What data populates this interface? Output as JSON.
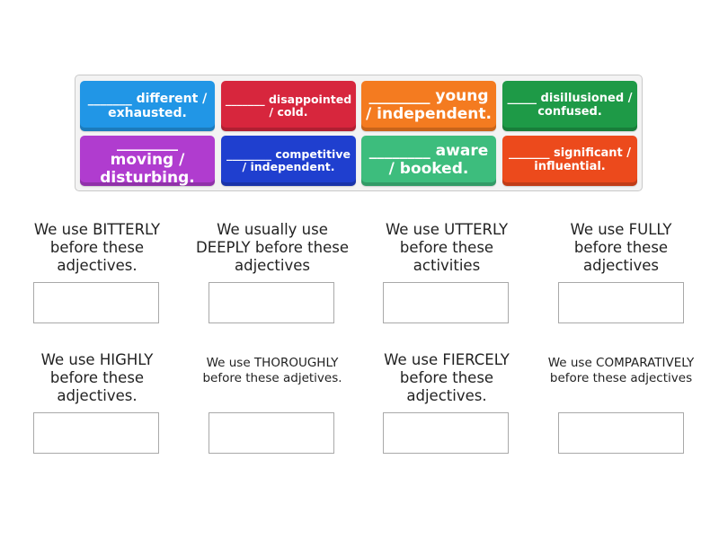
{
  "tiles": [
    {
      "text": "_______ different / exhausted.",
      "color": "#2196e6"
    },
    {
      "text": "_______ disappointed / cold.",
      "color": "#d7263d"
    },
    {
      "text": "________ young / independent.",
      "color": "#f47b20"
    },
    {
      "text": "_____ disillusioned / confused.",
      "color": "#1e9a47"
    },
    {
      "text": "________ moving / disturbing.",
      "color": "#b03ccf"
    },
    {
      "text": "________ competitive / independent.",
      "color": "#1f3fcf"
    },
    {
      "text": "________ aware / booked.",
      "color": "#3dbd7d"
    },
    {
      "text": "_______ significant / influential.",
      "color": "#ec4a1c"
    }
  ],
  "zones": [
    {
      "label": "We use BITTERLY before these adjectives."
    },
    {
      "label": "We usually use DEEPLY before these adjectives"
    },
    {
      "label": "We use UTTERLY before these activities"
    },
    {
      "label": "We use FULLY before these adjectives"
    },
    {
      "label": "We use HIGHLY before these adjectives."
    },
    {
      "label": "We use THOROUGHLY before these adjetives."
    },
    {
      "label": "We use FIERCELY before these adjectives."
    },
    {
      "label": "We use COMPARATIVELY before these adjectives"
    }
  ]
}
